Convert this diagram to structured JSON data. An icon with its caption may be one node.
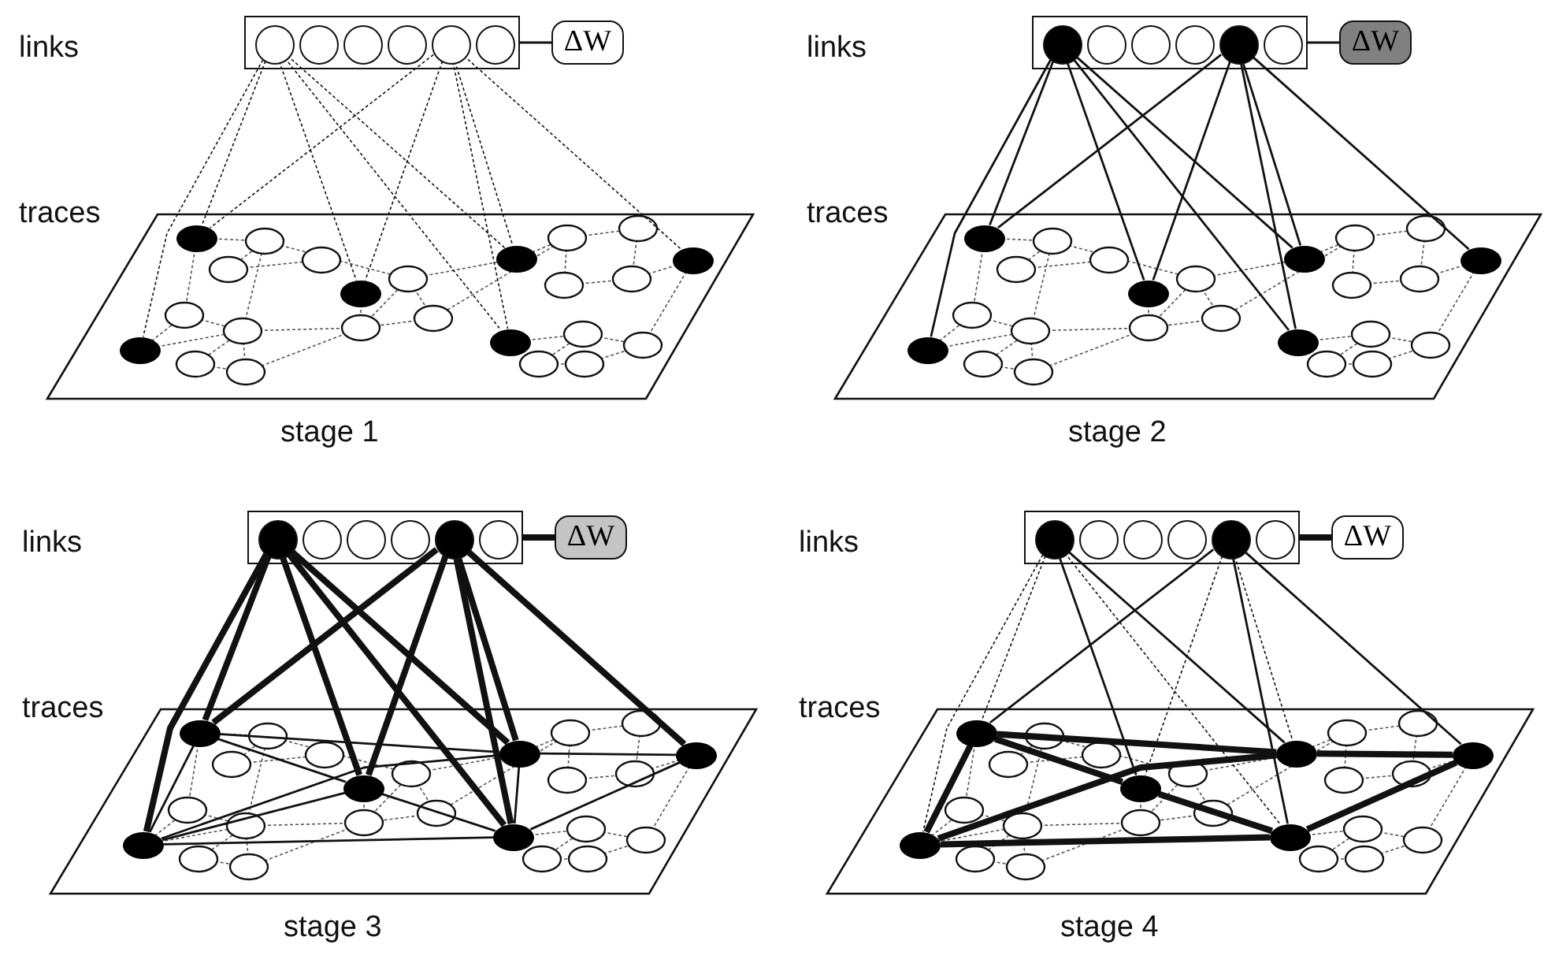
{
  "diagram": {
    "nodes": [
      {
        "text": [],
        "shape": "box"
      },
      {
        "text": [],
        "shape": "circle",
        "in": 0
      },
      {
        "text": [],
        "shape": "circle",
        "in": 0
      },
      {
        "text": [],
        "shape": "circle",
        "in": 0
      },
      {
        "text": [],
        "shape": "circle",
        "in": 0
      },
      {
        "text": [],
        "shape": "circle",
        "in": 0
      },
      {
        "text": [],
        "shape": "circle",
        "in": 0
      },
      {
        "text": [
          "ΔW"
        ]
      },
      {
        "text": [
          "traces"
        ],
        "beside": [
          "stage 1"
        ]
      },
      {
        "text": [],
        "shape": "circle",
        "in": 8
      },
      {
        "text": [],
        "shape": "circle",
        "in": 8
      },
      {
        "text": [],
        "shape": "circle",
        "in": 8
      },
      {
        "text": [],
        "shape": "circle",
        "in": 8
      },
      {
        "text": [],
        "shape": "circle",
        "in": 8
      },
      {
        "text": [],
        "shape": "circle",
        "in": 8
      },
      {
        "text": [],
        "shape": "box"
      },
      {
        "text": [],
        "shape": "circle",
        "in": 15
      },
      {
        "text": [],
        "shape": "circle",
        "in": 15
      },
      {
        "text": [],
        "shape": "circle",
        "in": 15
      },
      {
        "text": [],
        "shape": "circle",
        "in": 15
      },
      {
        "text": [],
        "shape": "circle",
        "in": 15
      },
      {
        "text": [],
        "shape": "circle",
        "in": 15
      },
      {
        "text": [
          "ΔW"
        ]
      },
      {
        "text": [
          "traces"
        ],
        "beside": [
          "stage 2"
        ]
      },
      {
        "text": [],
        "shape": "circle",
        "in": 23
      },
      {
        "text": [],
        "shape": "circle",
        "in": 23
      },
      {
        "text": [],
        "shape": "circle",
        "in": 23
      },
      {
        "text": [],
        "shape": "circle",
        "in": 23
      },
      {
        "text": [],
        "shape": "circle",
        "in": 23
      },
      {
        "text": [],
        "shape": "circle",
        "in": 23
      },
      {
        "text": [],
        "shape": "box"
      },
      {
        "text": [],
        "shape": "circle",
        "in": 30
      },
      {
        "text": [],
        "shape": "circle",
        "in": 30
      },
      {
        "text": [],
        "shape": "circle",
        "in": 30
      },
      {
        "text": [],
        "shape": "circle",
        "in": 30
      },
      {
        "text": [],
        "shape": "circle",
        "in": 30
      },
      {
        "text": [],
        "shape": "circle",
        "in": 30
      },
      {
        "text": [
          "ΔW"
        ]
      },
      {
        "text": [
          "traces"
        ],
        "beside": [
          "stage 3"
        ]
      },
      {
        "text": [],
        "shape": "circle",
        "in": 38
      },
      {
        "text": [],
        "shape": "circle",
        "in": 38
      },
      {
        "text": [],
        "shape": "circle",
        "in": 38
      },
      {
        "text": [],
        "shape": "circle",
        "in": 38
      },
      {
        "text": [],
        "shape": "circle",
        "in": 38
      },
      {
        "text": [],
        "shape": "circle",
        "in": 38
      },
      {
        "text": [],
        "shape": "box"
      },
      {
        "text": [],
        "shape": "circle",
        "in": 45
      },
      {
        "text": [],
        "shape": "circle",
        "in": 45
      },
      {
        "text": [],
        "shape": "circle",
        "in": 45
      },
      {
        "text": [],
        "shape": "circle",
        "in": 45
      },
      {
        "text": [],
        "shape": "circle",
        "in": 45
      },
      {
        "text": [],
        "shape": "circle",
        "in": 45
      },
      {
        "text": [
          "ΔW"
        ]
      },
      {
        "text": [
          "traces"
        ],
        "beside": [
          "stage 4"
        ]
      },
      {
        "text": [],
        "shape": "circle",
        "in": 53
      },
      {
        "text": [],
        "shape": "circle",
        "in": 53
      },
      {
        "text": [],
        "shape": "circle",
        "in": 53
      },
      {
        "text": [],
        "shape": "circle",
        "in": 53
      },
      {
        "text": [],
        "shape": "circle",
        "in": 53
      },
      {
        "text": [],
        "shape": "circle",
        "in": 53
      }
    ],
    "edges": [
      {
        "from": 0,
        "to": 7,
        "arrow": "none"
      },
      {
        "from": 1,
        "to": 9,
        "arrow": "none",
        "style": "dashed"
      },
      {
        "from": 1,
        "to": 10,
        "arrow": "none",
        "style": "dashed"
      },
      {
        "from": 1,
        "to": 11,
        "arrow": "none",
        "style": "dashed"
      },
      {
        "from": 1,
        "to": 13,
        "arrow": "none",
        "style": "dashed"
      },
      {
        "from": 1,
        "to": 12,
        "arrow": "none",
        "style": "dashed"
      },
      {
        "from": 5,
        "to": 9,
        "arrow": "none",
        "style": "dashed"
      },
      {
        "from": 5,
        "to": 11,
        "arrow": "none",
        "style": "dashed"
      },
      {
        "from": 5,
        "to": 12,
        "arrow": "none",
        "style": "dashed"
      },
      {
        "from": 5,
        "to": 13,
        "arrow": "none",
        "style": "dashed"
      },
      {
        "from": 5,
        "to": 14,
        "arrow": "none",
        "style": "dashed"
      },
      {
        "from": 15,
        "to": 22,
        "arrow": "none"
      },
      {
        "from": 16,
        "to": 24,
        "arrow": "none"
      },
      {
        "from": 16,
        "to": 25,
        "arrow": "none"
      },
      {
        "from": 16,
        "to": 26,
        "arrow": "none"
      },
      {
        "from": 16,
        "to": 28,
        "arrow": "none"
      },
      {
        "from": 16,
        "to": 27,
        "arrow": "none"
      },
      {
        "from": 20,
        "to": 24,
        "arrow": "none"
      },
      {
        "from": 20,
        "to": 26,
        "arrow": "none"
      },
      {
        "from": 20,
        "to": 27,
        "arrow": "none"
      },
      {
        "from": 20,
        "to": 28,
        "arrow": "none"
      },
      {
        "from": 20,
        "to": 29,
        "arrow": "none"
      },
      {
        "from": 30,
        "to": 37,
        "arrow": "none",
        "style": "thick"
      },
      {
        "from": 31,
        "to": 39,
        "arrow": "none",
        "style": "thick"
      },
      {
        "from": 31,
        "to": 40,
        "arrow": "none",
        "style": "thick"
      },
      {
        "from": 31,
        "to": 41,
        "arrow": "none",
        "style": "thick"
      },
      {
        "from": 31,
        "to": 43,
        "arrow": "none",
        "style": "thick"
      },
      {
        "from": 31,
        "to": 42,
        "arrow": "none",
        "style": "thick"
      },
      {
        "from": 35,
        "to": 39,
        "arrow": "none",
        "style": "thick"
      },
      {
        "from": 35,
        "to": 41,
        "arrow": "none",
        "style": "thick"
      },
      {
        "from": 35,
        "to": 42,
        "arrow": "none",
        "style": "thick"
      },
      {
        "from": 35,
        "to": 43,
        "arrow": "none",
        "style": "thick"
      },
      {
        "from": 35,
        "to": 44,
        "arrow": "none",
        "style": "thick"
      },
      {
        "from": 39,
        "to": 40,
        "arrow": "none"
      },
      {
        "from": 39,
        "to": 41,
        "arrow": "none"
      },
      {
        "from": 39,
        "to": 42,
        "arrow": "none"
      },
      {
        "from": 40,
        "to": 41,
        "arrow": "none"
      },
      {
        "from": 40,
        "to": 42,
        "arrow": "none"
      },
      {
        "from": 40,
        "to": 43,
        "arrow": "none"
      },
      {
        "from": 41,
        "to": 43,
        "arrow": "none"
      },
      {
        "from": 42,
        "to": 43,
        "arrow": "none"
      },
      {
        "from": 42,
        "to": 44,
        "arrow": "none"
      },
      {
        "from": 43,
        "to": 44,
        "arrow": "none"
      },
      {
        "from": 45,
        "to": 52,
        "arrow": "none",
        "style": "thick"
      },
      {
        "from": 46,
        "to": 54,
        "arrow": "none",
        "style": "dashed"
      },
      {
        "from": 46,
        "to": 55,
        "arrow": "none",
        "style": "dashed"
      },
      {
        "from": 46,
        "to": 56,
        "arrow": "none"
      },
      {
        "from": 46,
        "to": 58,
        "arrow": "none",
        "style": "dashed"
      },
      {
        "from": 46,
        "to": 57,
        "arrow": "none"
      },
      {
        "from": 50,
        "to": 54,
        "arrow": "none"
      },
      {
        "from": 50,
        "to": 56,
        "arrow": "none",
        "style": "dashed"
      },
      {
        "from": 50,
        "to": 57,
        "arrow": "none",
        "style": "dashed"
      },
      {
        "from": 50,
        "to": 58,
        "arrow": "none"
      },
      {
        "from": 50,
        "to": 59,
        "arrow": "none"
      },
      {
        "from": 54,
        "to": 55,
        "arrow": "none",
        "style": "thick"
      },
      {
        "from": 54,
        "to": 56,
        "arrow": "none",
        "style": "thick"
      },
      {
        "from": 54,
        "to": 57,
        "arrow": "none",
        "style": "thick"
      },
      {
        "from": 55,
        "to": 57,
        "arrow": "none",
        "style": "thick"
      },
      {
        "from": 55,
        "to": 58,
        "arrow": "none",
        "style": "thick"
      },
      {
        "from": 56,
        "to": 58,
        "arrow": "none",
        "style": "thick"
      },
      {
        "from": 57,
        "to": 59,
        "arrow": "none",
        "style": "thick"
      },
      {
        "from": 58,
        "to": 59,
        "arrow": "none",
        "style": "thick"
      }
    ],
    "labels": [
      "links",
      "links",
      "links",
      "links"
    ]
  }
}
